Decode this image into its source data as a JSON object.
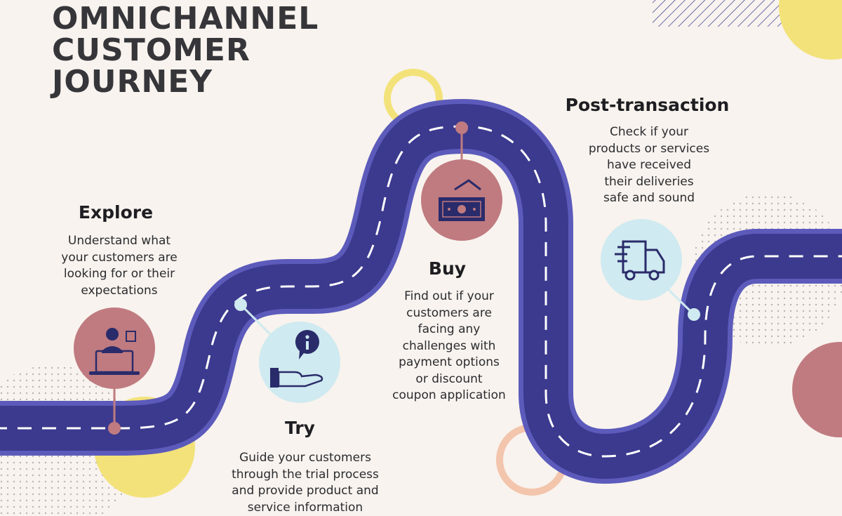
{
  "title_lines": [
    "OMNICHANNEL",
    "CUSTOMER",
    "JOURNEY"
  ],
  "colors": {
    "background": "#f8f3ee",
    "road": "#3b3a8e",
    "road_edge": "#5c5bbb",
    "dashes": "#ffffff",
    "mauve": "#c07b80",
    "light_blue": "#cfeaf0",
    "yellow": "#f3e27a",
    "peach": "#f3c5ad",
    "title_text": "#36363a"
  },
  "stages": [
    {
      "id": "explore",
      "title": "Explore",
      "icon": "user-laptop-icon",
      "description_lines": [
        "Understand what",
        "your customers are",
        "looking for or their",
        "expectations"
      ]
    },
    {
      "id": "try",
      "title": "Try",
      "icon": "hand-info-icon",
      "description_lines": [
        "Guide your customers",
        "through the trial process",
        "and provide product and",
        "service information"
      ]
    },
    {
      "id": "buy",
      "title": "Buy",
      "icon": "cash-icon",
      "description_lines": [
        "Find out if your",
        "customers are",
        "facing any",
        "challenges with",
        "payment options",
        "or discount",
        "coupon application"
      ]
    },
    {
      "id": "post-transaction",
      "title": "Post-transaction",
      "icon": "delivery-truck-icon",
      "description_lines": [
        "Check if your",
        "products or services",
        "have received",
        "their deliveries",
        "safe and sound"
      ]
    }
  ]
}
